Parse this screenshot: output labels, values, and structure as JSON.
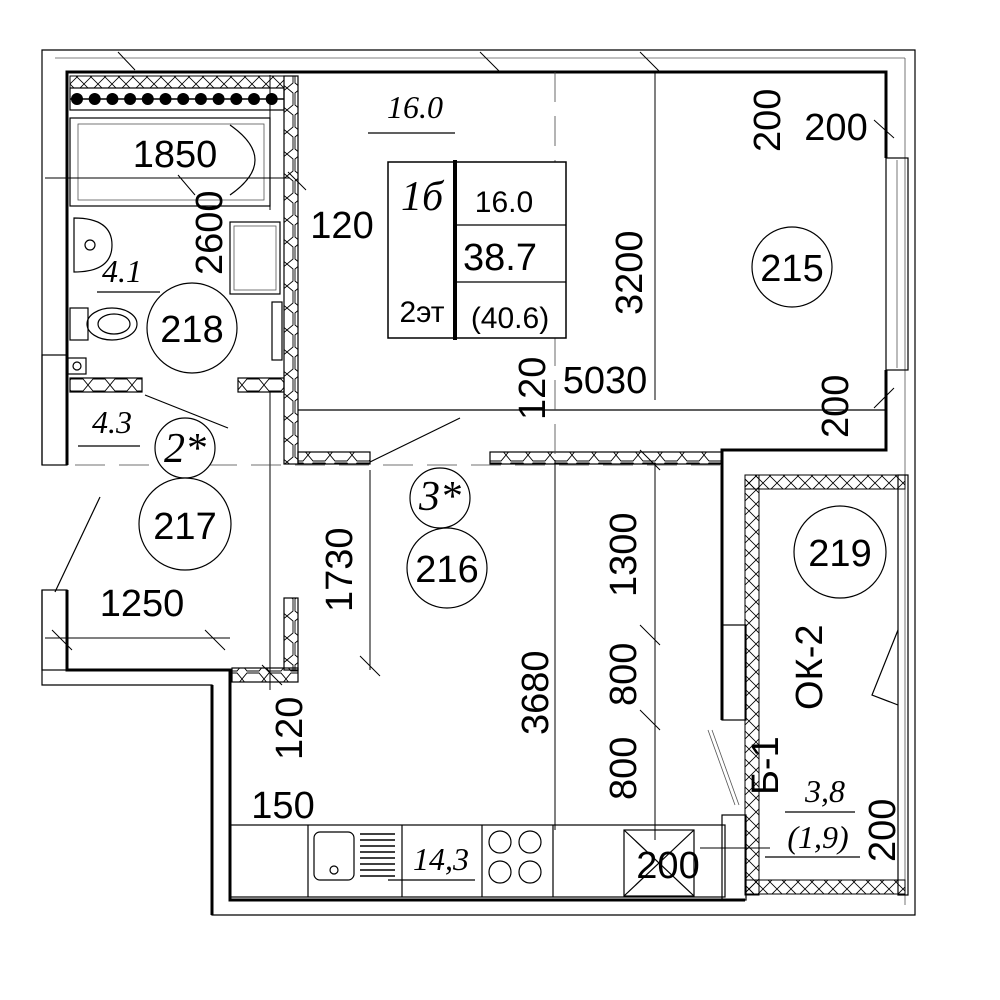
{
  "plan": {
    "apartment_table": {
      "unit_label": "1б",
      "floor_label": "2эт",
      "living_area": "16.0",
      "total_area": "38.7",
      "total_area_with_balcony": "(40.6)"
    },
    "rooms": [
      {
        "id": "215",
        "area": "16.0",
        "name": "living-room"
      },
      {
        "id": "216",
        "area": "14,3",
        "name": "kitchen",
        "tag": "3*"
      },
      {
        "id": "217",
        "area": "4.3",
        "name": "hallway",
        "tag": "2*"
      },
      {
        "id": "218",
        "area": "4.1",
        "name": "bathroom"
      },
      {
        "id": "219",
        "area": "3,8",
        "area_reduced": "(1,9)",
        "name": "balcony"
      }
    ],
    "labels": {
      "window": "ОК-2",
      "balcony_door": "Б-1"
    },
    "dimensions": {
      "bath_length": "1850",
      "bath_height": "2600",
      "bath_wall": "120",
      "living_height": "3200",
      "living_width": "5030",
      "partition": "120",
      "window_top_v": "200",
      "window_top_h": "200",
      "window_bottom": "200",
      "hall_height": "1730",
      "hall_width": "1250",
      "kitchen_wall": "120",
      "kitchen_height": "3680",
      "kitchen_seg_1300": "1300",
      "kitchen_seg_800a": "800",
      "kitchen_seg_800b": "800",
      "kitchen_offset": "150",
      "kitchen_bottom": "200",
      "balcony_offset": "200"
    }
  }
}
